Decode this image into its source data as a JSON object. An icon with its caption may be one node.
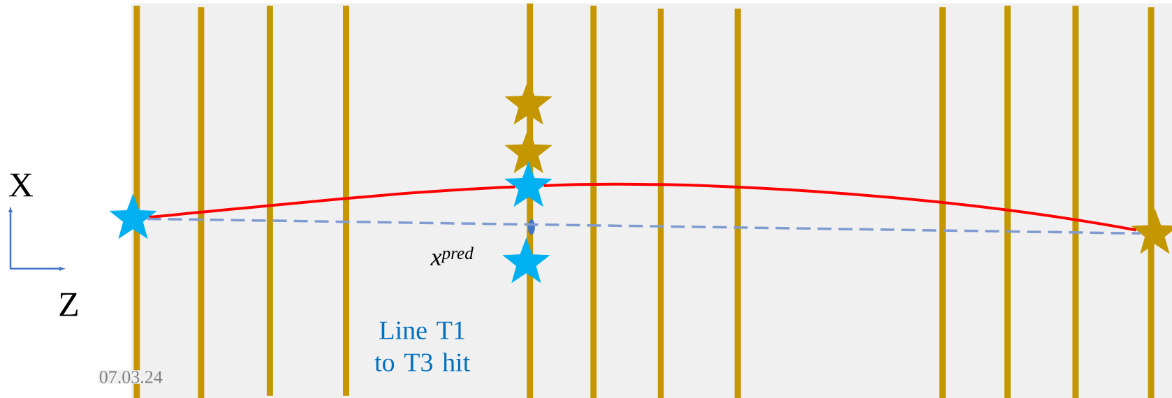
{
  "diagram": {
    "nodes": [
      {
        "text": [],
        "shape": "star"
      },
      {
        "text": [],
        "shape": "star"
      },
      {
        "text": [],
        "shape": "star"
      },
      {
        "text": [],
        "shape": "star"
      },
      {
        "text": [],
        "shape": "star"
      },
      {
        "text": [],
        "shape": "star"
      }
    ],
    "edges": [
      {
        "from": 0,
        "to": 3,
        "arrow": "none",
        "color": "#ff0000"
      },
      {
        "from": 3,
        "to": 5,
        "arrow": "none",
        "color": "#ff0000"
      },
      {
        "from": 0,
        "to": 5,
        "arrow": "none",
        "style": "dashed",
        "color": "#7f9bd0"
      }
    ],
    "labels": [
      "X",
      "Z",
      "x$^{pred}$",
      "Line T1 to T3 hit",
      "07.03.24"
    ]
  }
}
